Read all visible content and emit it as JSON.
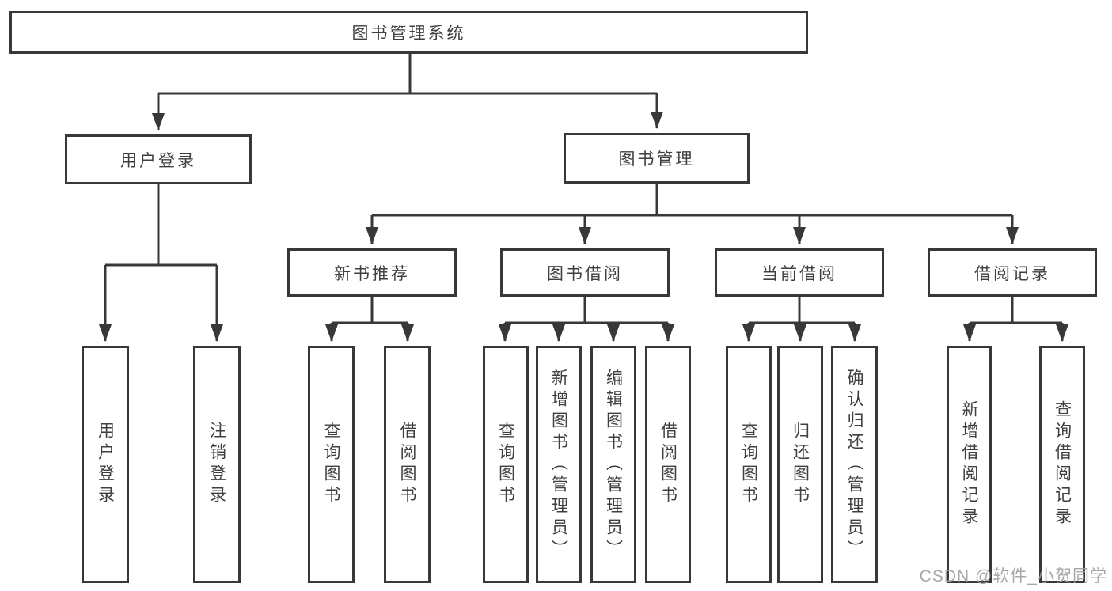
{
  "diagram": {
    "root": {
      "label": "图书管理系统"
    },
    "branches": [
      {
        "label": "用户登录",
        "children": [
          {
            "label": "用户登录"
          },
          {
            "label": "注销登录"
          }
        ]
      },
      {
        "label": "图书管理",
        "children": [
          {
            "label": "新书推荐",
            "children": [
              {
                "label": "查询图书"
              },
              {
                "label": "借阅图书"
              }
            ]
          },
          {
            "label": "图书借阅",
            "children": [
              {
                "label": "查询图书"
              },
              {
                "label": "新增图书（管理员）"
              },
              {
                "label": "编辑图书（管理员）"
              },
              {
                "label": "借阅图书"
              }
            ]
          },
          {
            "label": "当前借阅",
            "children": [
              {
                "label": "查询图书"
              },
              {
                "label": "归还图书"
              },
              {
                "label": "确认归还（管理员）"
              }
            ]
          },
          {
            "label": "借阅记录",
            "children": [
              {
                "label": "新增借阅记录"
              },
              {
                "label": "查询借阅记录"
              }
            ]
          }
        ]
      }
    ]
  },
  "watermark": {
    "text": "CSDN @软件_小贺同学"
  },
  "colors": {
    "line": "#383838",
    "text": "#3f3f3f",
    "watermark": "#9e9e9e",
    "background": "#ffffff"
  }
}
